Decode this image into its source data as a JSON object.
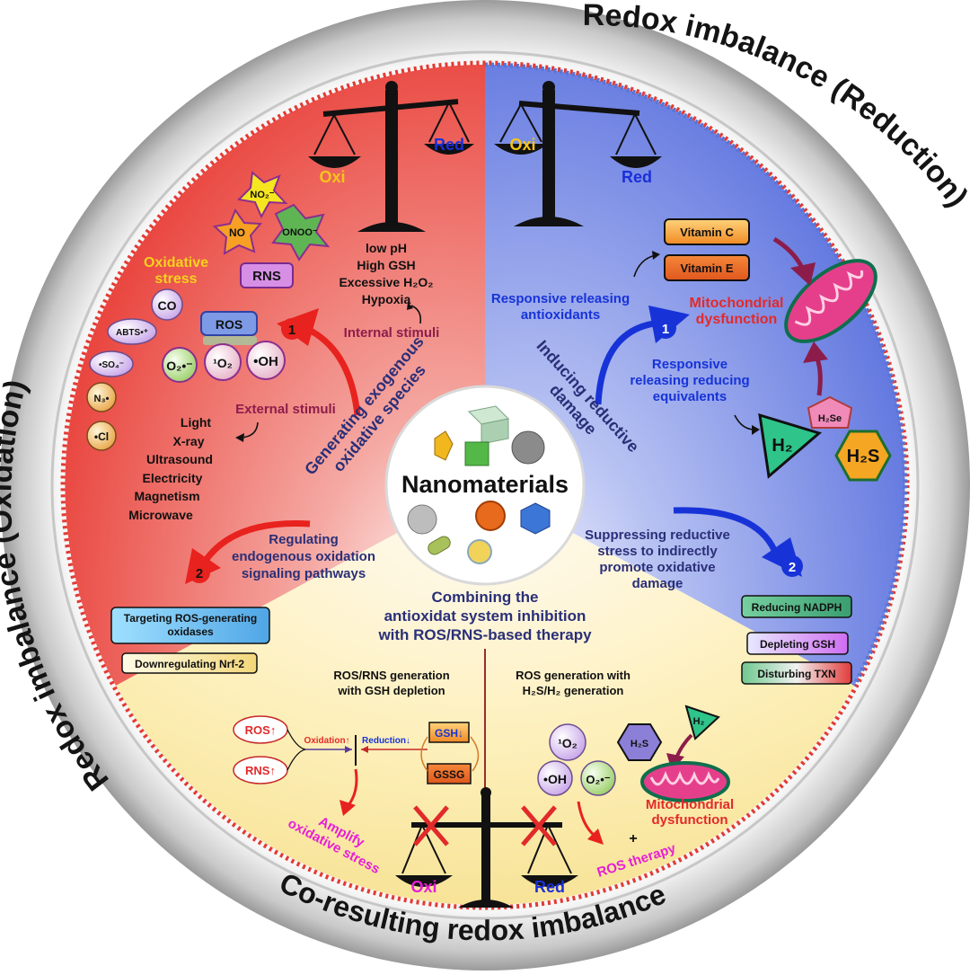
{
  "center": {
    "title": "Nanomaterials"
  },
  "rims": {
    "left": "Redox imbalance (Oxidation)",
    "right": "Redox imbalance (Reduction)",
    "bottom": "Co-resulting redox imbalance"
  },
  "oxidation": {
    "scale": {
      "oxi": "Oxi",
      "red": "Red"
    },
    "internal_list": [
      "low pH",
      "High GSH",
      "Excessive H₂O₂",
      "Hypoxia"
    ],
    "internal_stimuli": "Internal stimuli",
    "oxidative_stress": [
      "Oxidative",
      "stress"
    ],
    "rns_label": "RNS",
    "ros_label": "ROS",
    "stars": {
      "no2": "NO₂⁻",
      "no": "NO",
      "onoo": "ONOO⁻"
    },
    "bubbles": {
      "co": "CO",
      "abts": "ABTS•⁺",
      "so4": "•SO₄⁻",
      "n3": "N₃•",
      "cl": "•Cl",
      "o2": "O₂•⁻",
      "singlet": "¹O₂",
      "oh": "•OH"
    },
    "external_stimuli": "External stimuli",
    "external_list": [
      "Light",
      "X-ray",
      "Ultrasound",
      "Electricity",
      "Magnetism",
      "Microwave"
    ],
    "strategy1": [
      "Generating exogenous",
      "oxidative species"
    ],
    "strategy2": [
      "Regulating",
      "endogenous oxidation",
      "signaling pathways"
    ],
    "badge1": "1",
    "badge2": "2",
    "box1": [
      "Targeting ROS-generating",
      "oxidases"
    ],
    "box2": "Downregulating Nrf-2"
  },
  "reduction": {
    "scale": {
      "oxi": "Oxi",
      "red": "Red"
    },
    "vitamin_c": "Vitamin C",
    "vitamin_e": "Vitamin E",
    "mito": [
      "Mitochondrial",
      "dysfunction"
    ],
    "release_antiox": [
      "Responsive releasing",
      "antioxidants"
    ],
    "release_equiv": [
      "Responsive",
      "releasing reducing",
      "equivalents"
    ],
    "strategy1": [
      "Inducing reductive",
      "damage"
    ],
    "h2": "H₂",
    "h2se": "H₂Se",
    "h2s": "H₂S",
    "suppress": [
      "Suppressing reductive",
      "stress to indirectly",
      "promote oxidative",
      "damage"
    ],
    "badge1": "1",
    "badge2": "2",
    "box_nadph": "Reducing NADPH",
    "box_gsh": "Depleting GSH",
    "box_txn": "Disturbing TXN"
  },
  "co": {
    "heading": [
      "Combining the",
      "antioxidat system inhibition",
      "with ROS/RNS-based therapy"
    ],
    "left_title": [
      "ROS/RNS generation",
      "with GSH depletion"
    ],
    "right_title": [
      "ROS generation with",
      "H₂S/H₂ generation"
    ],
    "ros_up": "ROS↑",
    "rns_up": "RNS↑",
    "oxidation_up": "Oxidation↑",
    "reduction_down": "Reduction↓",
    "gsh_down": "GSH↓",
    "gssg": "GSSG",
    "amplify": [
      "Amplify",
      "oxidative stress"
    ],
    "singlet": "¹O₂",
    "oh": "•OH",
    "o2": "O₂•⁻",
    "h2s": "H₂S",
    "h2": "H₂",
    "mito": [
      "Mitochondrial",
      "dysfunction"
    ],
    "plus": "+",
    "ros_therapy": "ROS therapy",
    "scale": {
      "oxi": "Oxi",
      "red": "Red"
    }
  },
  "colors": {
    "oxidation": "#ee5252",
    "reduction": "#6f85e3",
    "combined": "#faeaa4",
    "arrow_red": "#e8221e",
    "arrow_blue": "#1733d8",
    "strategy_text": "#2a2f78",
    "stimuli_text": "#8c1d4a"
  }
}
